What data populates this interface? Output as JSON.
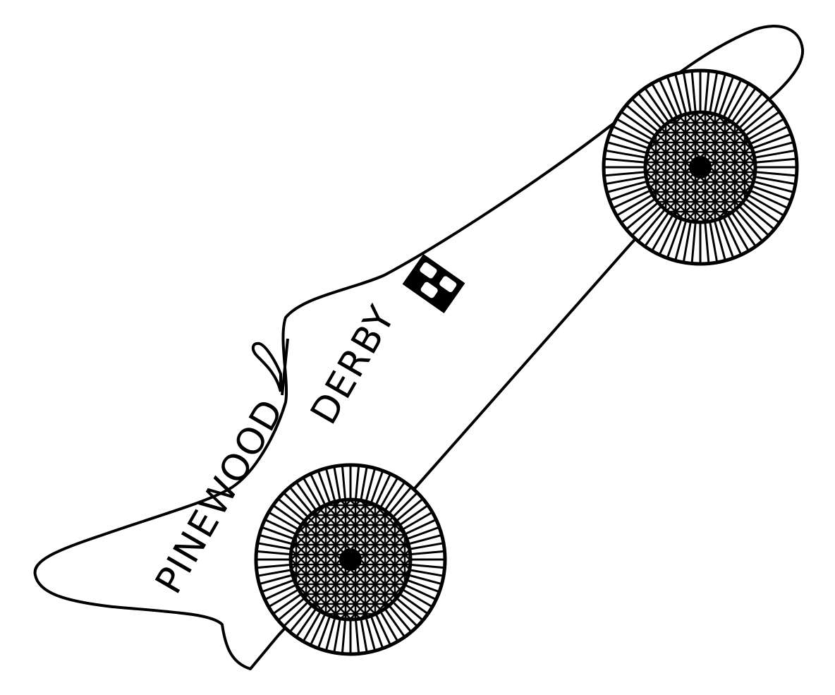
{
  "illustration": {
    "subject": "Pinewood derby car line drawing",
    "car_text": {
      "word1": "PINEWOOD",
      "word2": "DERBY"
    },
    "colors": {
      "ink": "#000000",
      "background": "#ffffff"
    },
    "elements": [
      "car-body",
      "front-wheel",
      "rear-wheel",
      "checkered-flag-decal",
      "driver-fin"
    ]
  }
}
